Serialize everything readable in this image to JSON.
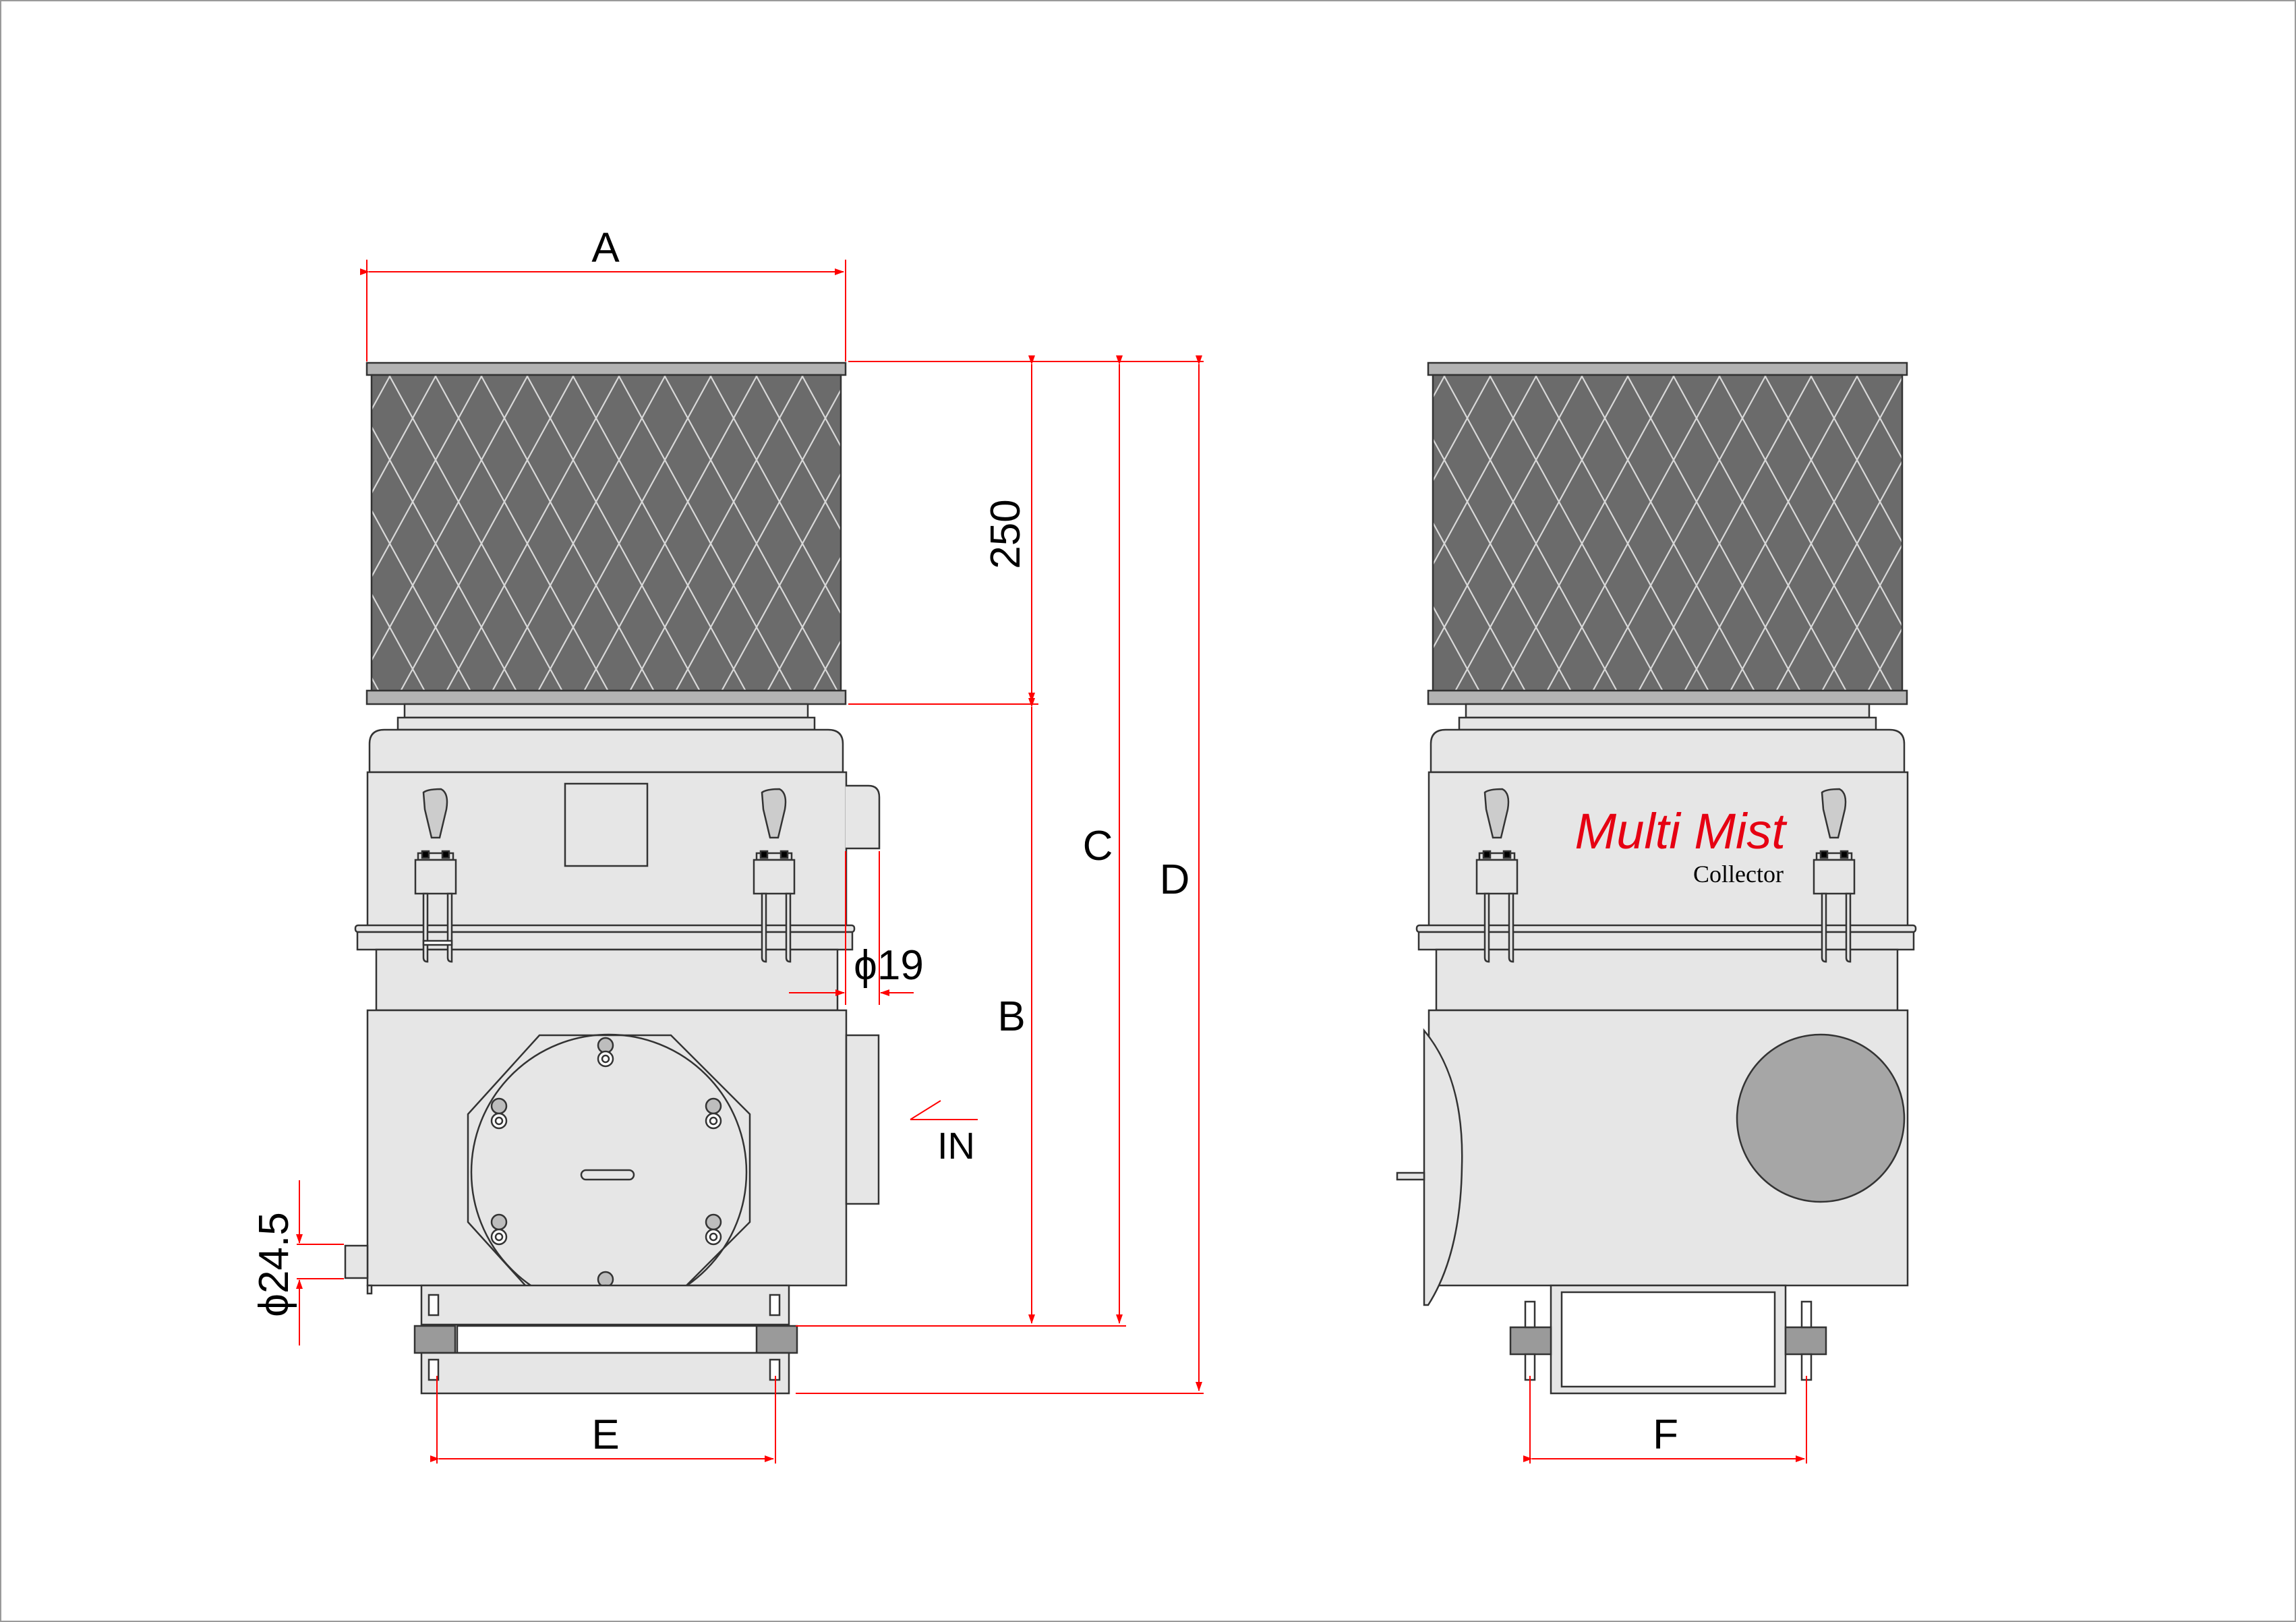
{
  "labels": {
    "dim_a": "A",
    "dim_b": "B",
    "dim_c": "C",
    "dim_d": "D",
    "dim_e": "E",
    "dim_f": "F",
    "dim_250": "250",
    "dim_phi19": "ϕ19",
    "dim_phi24_5": "ϕ24.5",
    "inlet": "IN"
  },
  "brand": {
    "name": "Multi Mist",
    "subtitle": "Collector"
  },
  "colors": {
    "dimension": "#ff0000",
    "brand": "#e60012",
    "body": "#e6e6e6",
    "filter": "#6b6b6b",
    "outline": "#333333"
  }
}
